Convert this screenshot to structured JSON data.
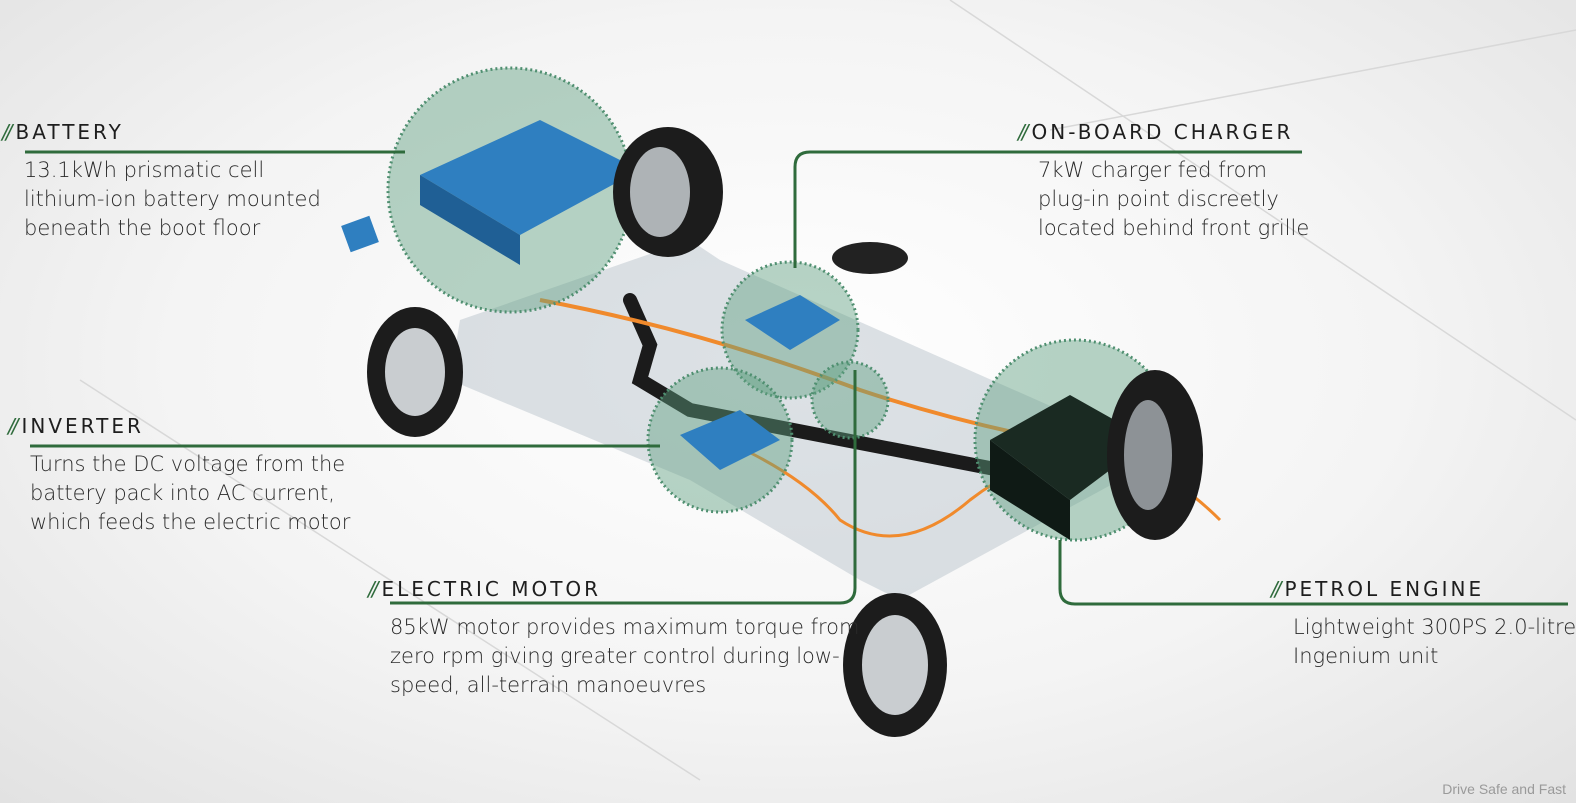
{
  "callouts": {
    "battery": {
      "title": "BATTERY",
      "lines": [
        "13.1kWh prismatic cell",
        "lithium-ion battery mounted",
        "beneath the boot floor"
      ]
    },
    "charger": {
      "title": "ON-BOARD CHARGER",
      "lines": [
        "7kW charger fed from",
        "plug-in point discreetly",
        "located behind front grille"
      ]
    },
    "inverter": {
      "title": "INVERTER",
      "lines": [
        "Turns the DC voltage from the",
        "battery pack into AC current,",
        "which feeds the electric motor"
      ]
    },
    "motor": {
      "title": "ELECTRIC MOTOR",
      "lines": [
        "85kW motor provides maximum torque from",
        "zero rpm giving greater control during low-",
        "speed, all-terrain manoeuvres"
      ]
    },
    "engine": {
      "title": "PETROL ENGINE",
      "lines": [
        "Lightweight 300PS 2.0-litre",
        "Ingenium unit"
      ]
    }
  },
  "slash": "//",
  "watermark": "Drive Safe and Fast",
  "colors": {
    "leader": "#2f6b3c",
    "highlight": "#5f9f80",
    "battery": "#2f7fc0",
    "cable": "#f08a2c"
  }
}
